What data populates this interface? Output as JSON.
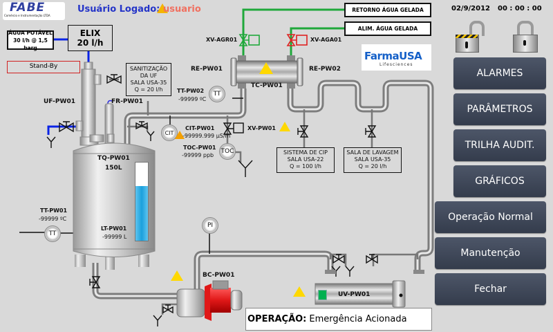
{
  "header": {
    "logo_text": "FABE",
    "logo_subtext": "Comércio e Instrumentação LTDA",
    "user_label": "Usuário Logado:",
    "user_name": "usuario",
    "date": "02/9/2012",
    "time": "00 : 00 : 00"
  },
  "partner_logo": {
    "name": "FarmaUSA",
    "sub": "Lifesciences"
  },
  "feed": {
    "agua_potavel_line1": "ÁGUA POTÁVEL",
    "agua_potavel_line2": "30 l/h @ 1,5 barg",
    "elix_line1": "ELIX",
    "elix_line2": "20 l/h",
    "status": "Stand-By"
  },
  "chilled_water": {
    "retorno": "RETORNO ÁGUA GELADA",
    "alim": "ALIM. ÁGUA GELADA",
    "valve_return": "XV-AGR01",
    "valve_supply": "XV-AGA01",
    "valve_return_color": "#1fa83a",
    "valve_supply_color": "#e02020"
  },
  "exchanger": {
    "tag": "TC-PW01",
    "left": "RE-PW01",
    "right": "RE-PW02"
  },
  "sanitizacao": [
    "SANITIZAÇÃO",
    "DA UF",
    "SALA USA-35",
    "Q = 20 l/h"
  ],
  "uf": {
    "tag": "UF-PW01"
  },
  "fr": {
    "tag": "FR-PW01"
  },
  "tank": {
    "tag": "TQ-PW01",
    "capacity": "150L",
    "level_tag": "LT-PW01",
    "level_value": "-99999 L",
    "level_fraction": 0.7
  },
  "tt01": {
    "tag": "TT-PW01",
    "value": "-99999 ºC",
    "symbol": "TT"
  },
  "tt02": {
    "tag": "TT-PW02",
    "value": "-99999 ºC",
    "symbol": "TT"
  },
  "cit": {
    "tag": "CIT-PW01",
    "value": "-99999.999 µS/m",
    "symbol": "CIT"
  },
  "toc": {
    "tag": "TOC-PW01",
    "value": "-99999 ppb",
    "symbol": "TOC"
  },
  "pi": {
    "symbol": "PI"
  },
  "xv01": {
    "tag": "XV-PW01"
  },
  "cip": [
    "SISTEMA DE CIP",
    "SALA USA-22",
    "Q = 100 l/h"
  ],
  "lavagem": [
    "SALA DE LAVAGEM",
    "SALA USA-35",
    "Q = 20 l/h"
  ],
  "pump": {
    "tag": "BC-PW01"
  },
  "uv": {
    "tag": "UV-PW01",
    "indicator_color": "#00b050"
  },
  "status_bar": {
    "label": "OPERAÇÃO:",
    "value": "Emergência Acionada"
  },
  "menu": {
    "alarmes": "ALARMES",
    "parametros": "PARÂMETROS",
    "trilha": "TRILHA AUDIT.",
    "graficos": "GRÁFICOS",
    "operacao": "Operação Normal",
    "manutencao": "Manutenção",
    "fechar": "Fechar"
  },
  "colors": {
    "feed_line": "#0a24e6",
    "chilled_line": "#1fa83a",
    "pipe": "#a9a9a9",
    "level": "#29a8e0",
    "warning": "#ffd800"
  }
}
